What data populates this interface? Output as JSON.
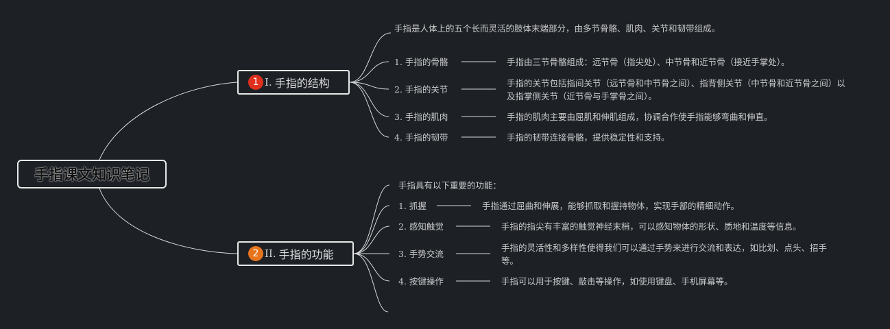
{
  "root": {
    "title": "手指课文知识笔记"
  },
  "branches": [
    {
      "badge": "1",
      "number": "I.",
      "title": "手指的结构",
      "intro": "手指是人体上的五个长而灵活的肢体末端部分，由多节骨骼、肌肉、关节和韧带组成。",
      "items": [
        {
          "number": "1.",
          "label": "手指的骨骼",
          "detail": "手指由三节骨骼组成：远节骨（指尖处）、中节骨和近节骨（接近手掌处）。"
        },
        {
          "number": "2.",
          "label": "手指的关节",
          "detail": "手指的关节包括指间关节（远节骨和中节骨之间）、指背侧关节（中节骨和近节骨之间）以及指掌侧关节（近节骨与手掌骨之间）。"
        },
        {
          "number": "3.",
          "label": "手指的肌肉",
          "detail": "手指的肌肉主要由屈肌和伸肌组成，协调合作使手指能够弯曲和伸直。"
        },
        {
          "number": "4.",
          "label": "手指的韧带",
          "detail": "手指的韧带连接骨骼，提供稳定性和支持。"
        }
      ]
    },
    {
      "badge": "2",
      "number": "II.",
      "title": "手指的功能",
      "intro": "手指具有以下重要的功能：",
      "items": [
        {
          "number": "1.",
          "label": "抓握",
          "detail": "手指通过屈曲和伸展，能够抓取和握持物体，实现手部的精细动作。"
        },
        {
          "number": "2.",
          "label": "感知触觉",
          "detail": "手指的指尖有丰富的触觉神经末梢，可以感知物体的形状、质地和温度等信息。"
        },
        {
          "number": "3.",
          "label": "手势交流",
          "detail": "手指的灵活性和多样性使得我们可以通过手势来进行交流和表达，如比划、点头、招手等。"
        },
        {
          "number": "4.",
          "label": "按键操作",
          "detail": "手指可以用于按键、敲击等操作，如使用键盘、手机屏幕等。"
        }
      ]
    }
  ],
  "colors": {
    "background": "#1d2126",
    "line": "#d9d9d9",
    "badge1": "#e0301e",
    "badge2": "#e8741c"
  }
}
